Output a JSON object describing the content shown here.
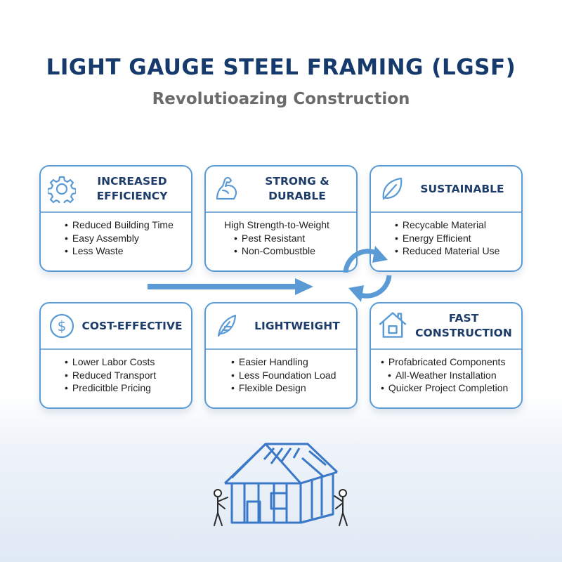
{
  "header": {
    "title": "LIGHT GAUGE STEEL FRAMING (LGSF)",
    "subtitle": "Revolutioazing Construction"
  },
  "cards": [
    {
      "id": "increased-efficiency",
      "icon": "gear-icon",
      "heading": [
        "INCREASED",
        "EFFICIENCY"
      ],
      "items": [
        "Reduced Building Time",
        "Easy Assembly",
        "Less Waste"
      ]
    },
    {
      "id": "strong-durable",
      "icon": "flexed-arm-icon",
      "heading": [
        "STRONG & DURABLE"
      ],
      "lead": "High Strength-to-Weight",
      "items": [
        "Pest Resistant",
        "Non-Combustble"
      ]
    },
    {
      "id": "sustainable",
      "icon": "leaf-icon",
      "heading": [
        "SUSTAINABLE"
      ],
      "items": [
        "Recycable Material",
        "Energy Efficient",
        "Reduced Material Use"
      ]
    },
    {
      "id": "cost-effective",
      "icon": "dollar-coin-icon",
      "heading": [
        "COST-EFFECTIVE"
      ],
      "items": [
        "Lower Labor Costs",
        "Reduced Transport",
        "Predicitble Pricing"
      ]
    },
    {
      "id": "lightweight",
      "icon": "feather-icon",
      "heading": [
        "LIGHTWEIGHT"
      ],
      "items": [
        "Easier Handling",
        "Less Foundation Load",
        "Flexible Design"
      ]
    },
    {
      "id": "fast-construction",
      "icon": "house-icon",
      "heading": [
        "FAST",
        "CONSTRUCTION"
      ],
      "items": [
        "Profabricated Components",
        "All-Weather Installation",
        "Quicker Project Completion"
      ]
    }
  ],
  "colors": {
    "title": "#163a6b",
    "subtitle": "#6b6b6b",
    "accent": "#5b9bd5",
    "heading": "#1e3d6b",
    "frame": "#3a78c8"
  },
  "decorations": {
    "arrow": "right-arrow-icon",
    "cycle": "refresh-cycle-icon",
    "illustration": "steel-frame-house-with-workers"
  }
}
